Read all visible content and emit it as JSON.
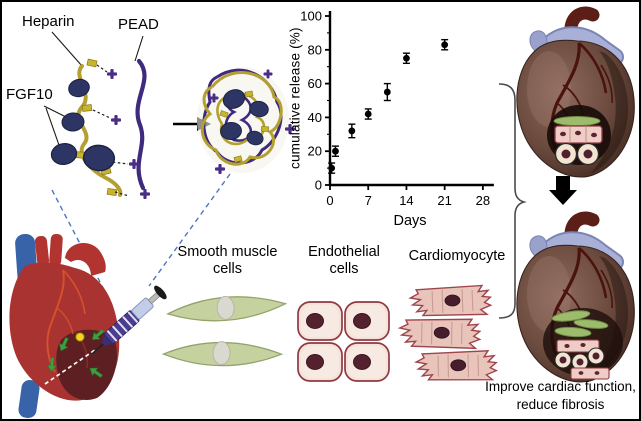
{
  "molecular": {
    "heparin_label": "Heparin",
    "pead_label": "PEAD",
    "fgf10_label": "FGF10"
  },
  "cells_section": {
    "smooth_muscle_line1": "Smooth muscle",
    "smooth_muscle_line2": "cells",
    "endothelial_line1": "Endothelial",
    "endothelial_line2": "cells",
    "cardiomyocyte_label": "Cardiomyocyte"
  },
  "outcome": {
    "line1": "Improve cardiac function,",
    "line2": "reduce fibrosis"
  },
  "chart_data": {
    "type": "scatter",
    "title": "",
    "xlabel": "Days",
    "ylabel": "cumulative release (%)",
    "xlim": [
      0,
      28
    ],
    "ylim": [
      0,
      100
    ],
    "xticks": [
      0,
      7,
      14,
      21,
      28
    ],
    "yticks": [
      0,
      20,
      40,
      60,
      80,
      100
    ],
    "x": [
      0.3,
      1,
      4,
      7,
      10.5,
      14,
      21
    ],
    "y": [
      10,
      20,
      32,
      42,
      55,
      75,
      83
    ],
    "yerr": [
      3,
      3,
      4,
      3,
      5,
      3,
      3
    ],
    "marker": "circle",
    "marker_color": "#000000",
    "error_bars": true,
    "grid": false,
    "legend": "none"
  },
  "icons": {
    "formation_arrow": "right-block-arrow",
    "outcome_arrow": "down-block-arrow",
    "grouping_brace": "right-curly-brace",
    "syringe": "injection-syringe",
    "electrostatic_bonds": "dashed-bond-lines",
    "injection_guides": "dashed-guide-lines"
  },
  "colors": {
    "heparin_chain": "#b3a031",
    "pead_chain": "#3f2a7e",
    "fgf10_protein": "#2c3563",
    "smooth_muscle_cell": "#c5d2a0",
    "endothelial_cell": "#f5e3da",
    "cardiomyocyte_cell": "#e8c4bb",
    "guide_dash": "#4f74c2",
    "heart_cartoon_red": "#a93330",
    "heart_cartoon_blue": "#3963a8",
    "background": "#ffffff"
  }
}
